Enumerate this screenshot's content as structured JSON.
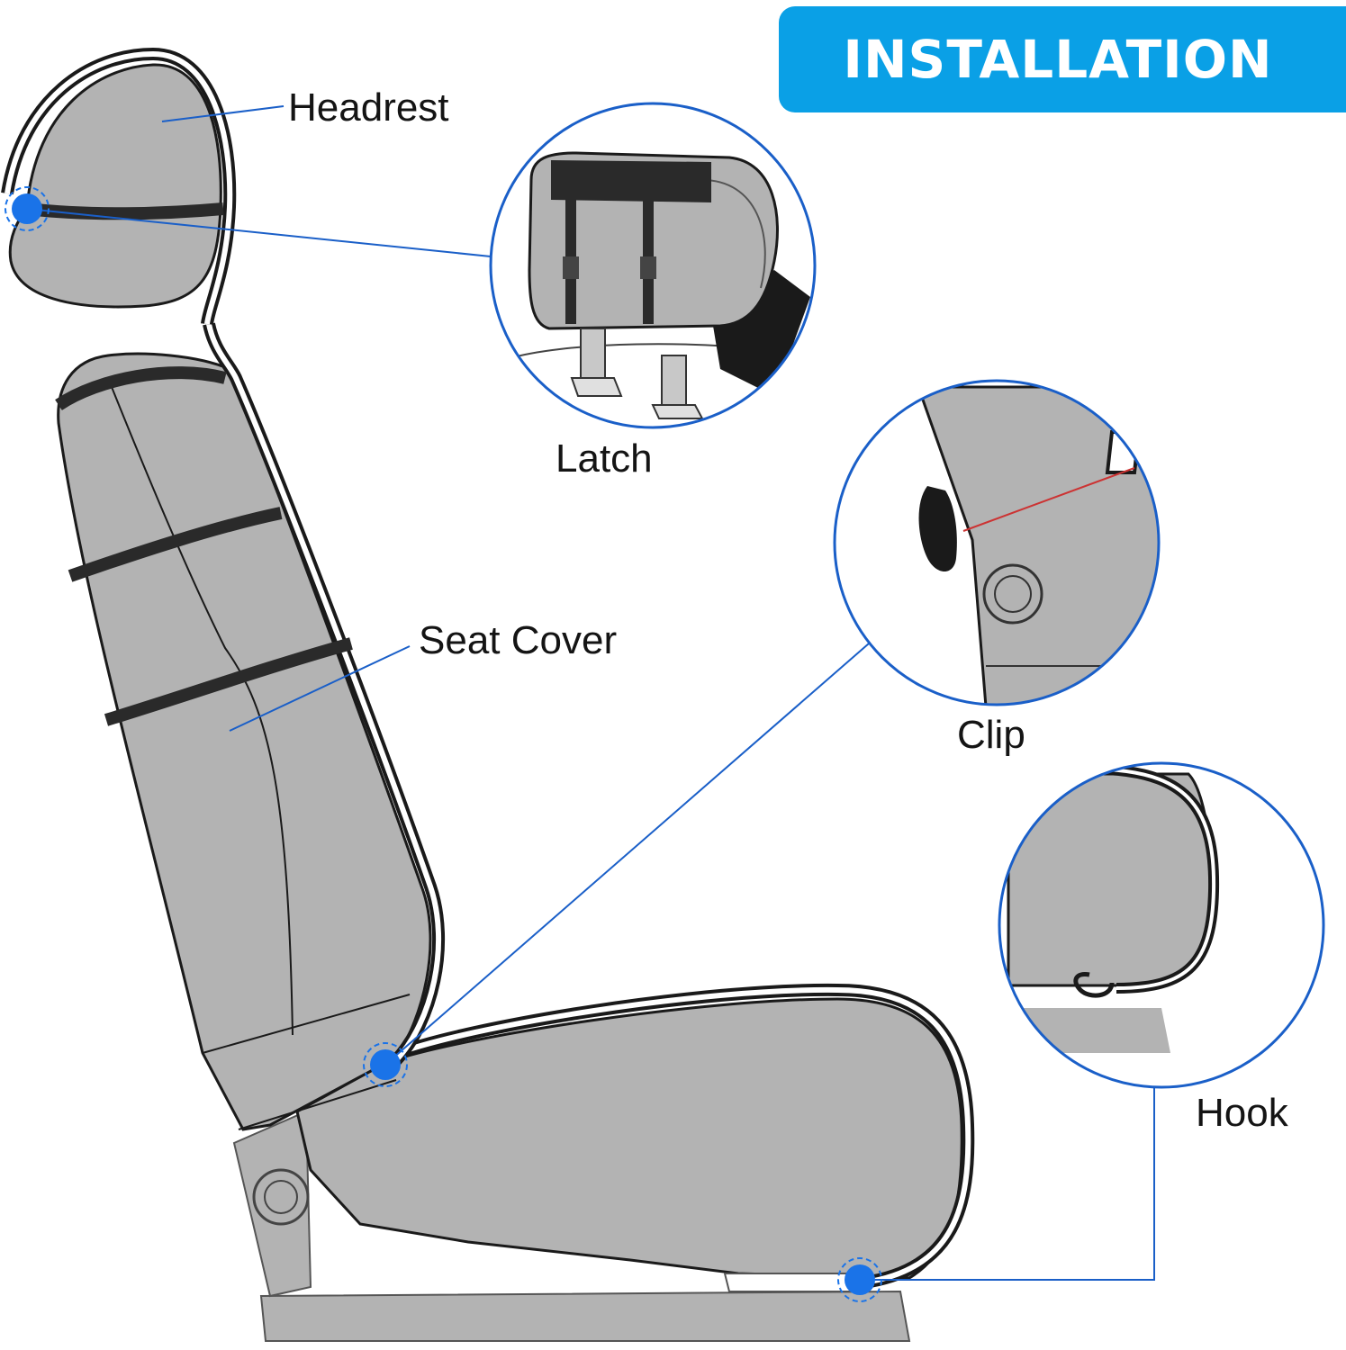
{
  "banner": {
    "title": "INSTALLATION",
    "color": "#0aa0e6"
  },
  "labels": {
    "headrest": "Headrest",
    "seat_cover": "Seat Cover",
    "latch": "Latch",
    "clip": "Clip",
    "hook": "Hook"
  },
  "colors": {
    "seat_fill": "#b3b3b3",
    "outline": "#1a1a1a",
    "marker": "#1a73e8",
    "callout_line": "#1a5fc8",
    "strap": "#2a2a2a"
  },
  "icons": {
    "markers": [
      "headrest-marker-icon",
      "clip-marker-icon",
      "hook-marker-icon"
    ],
    "details": [
      "latch-detail-icon",
      "clip-detail-icon",
      "hook-detail-icon"
    ]
  }
}
